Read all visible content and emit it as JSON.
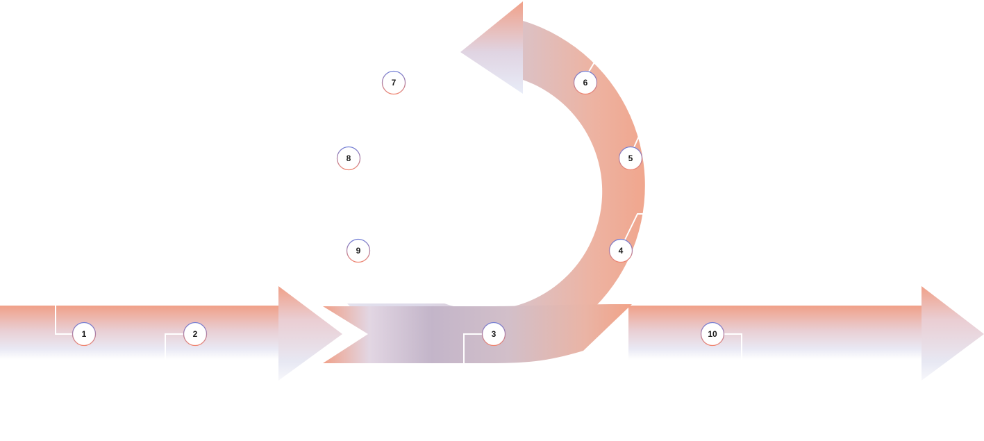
{
  "diagram": {
    "steps": [
      {
        "id": "1",
        "label": "1"
      },
      {
        "id": "2",
        "label": "2"
      },
      {
        "id": "3",
        "label": "3"
      },
      {
        "id": "4",
        "label": "4"
      },
      {
        "id": "5",
        "label": "5"
      },
      {
        "id": "6",
        "label": "6"
      },
      {
        "id": "7",
        "label": "7"
      },
      {
        "id": "8",
        "label": "8"
      },
      {
        "id": "9",
        "label": "9"
      },
      {
        "id": "10",
        "label": "10"
      }
    ],
    "colors": {
      "coral": "#F0A088",
      "lavender": "#DDDDEE",
      "mauve": "#C0B3C8",
      "pale": "#F4F4FA",
      "badge_fill": "#FFFFFF",
      "badge_ring_top": "#6D7BD6",
      "badge_ring_bottom": "#F08570",
      "connector": "#FFFFFF"
    }
  }
}
